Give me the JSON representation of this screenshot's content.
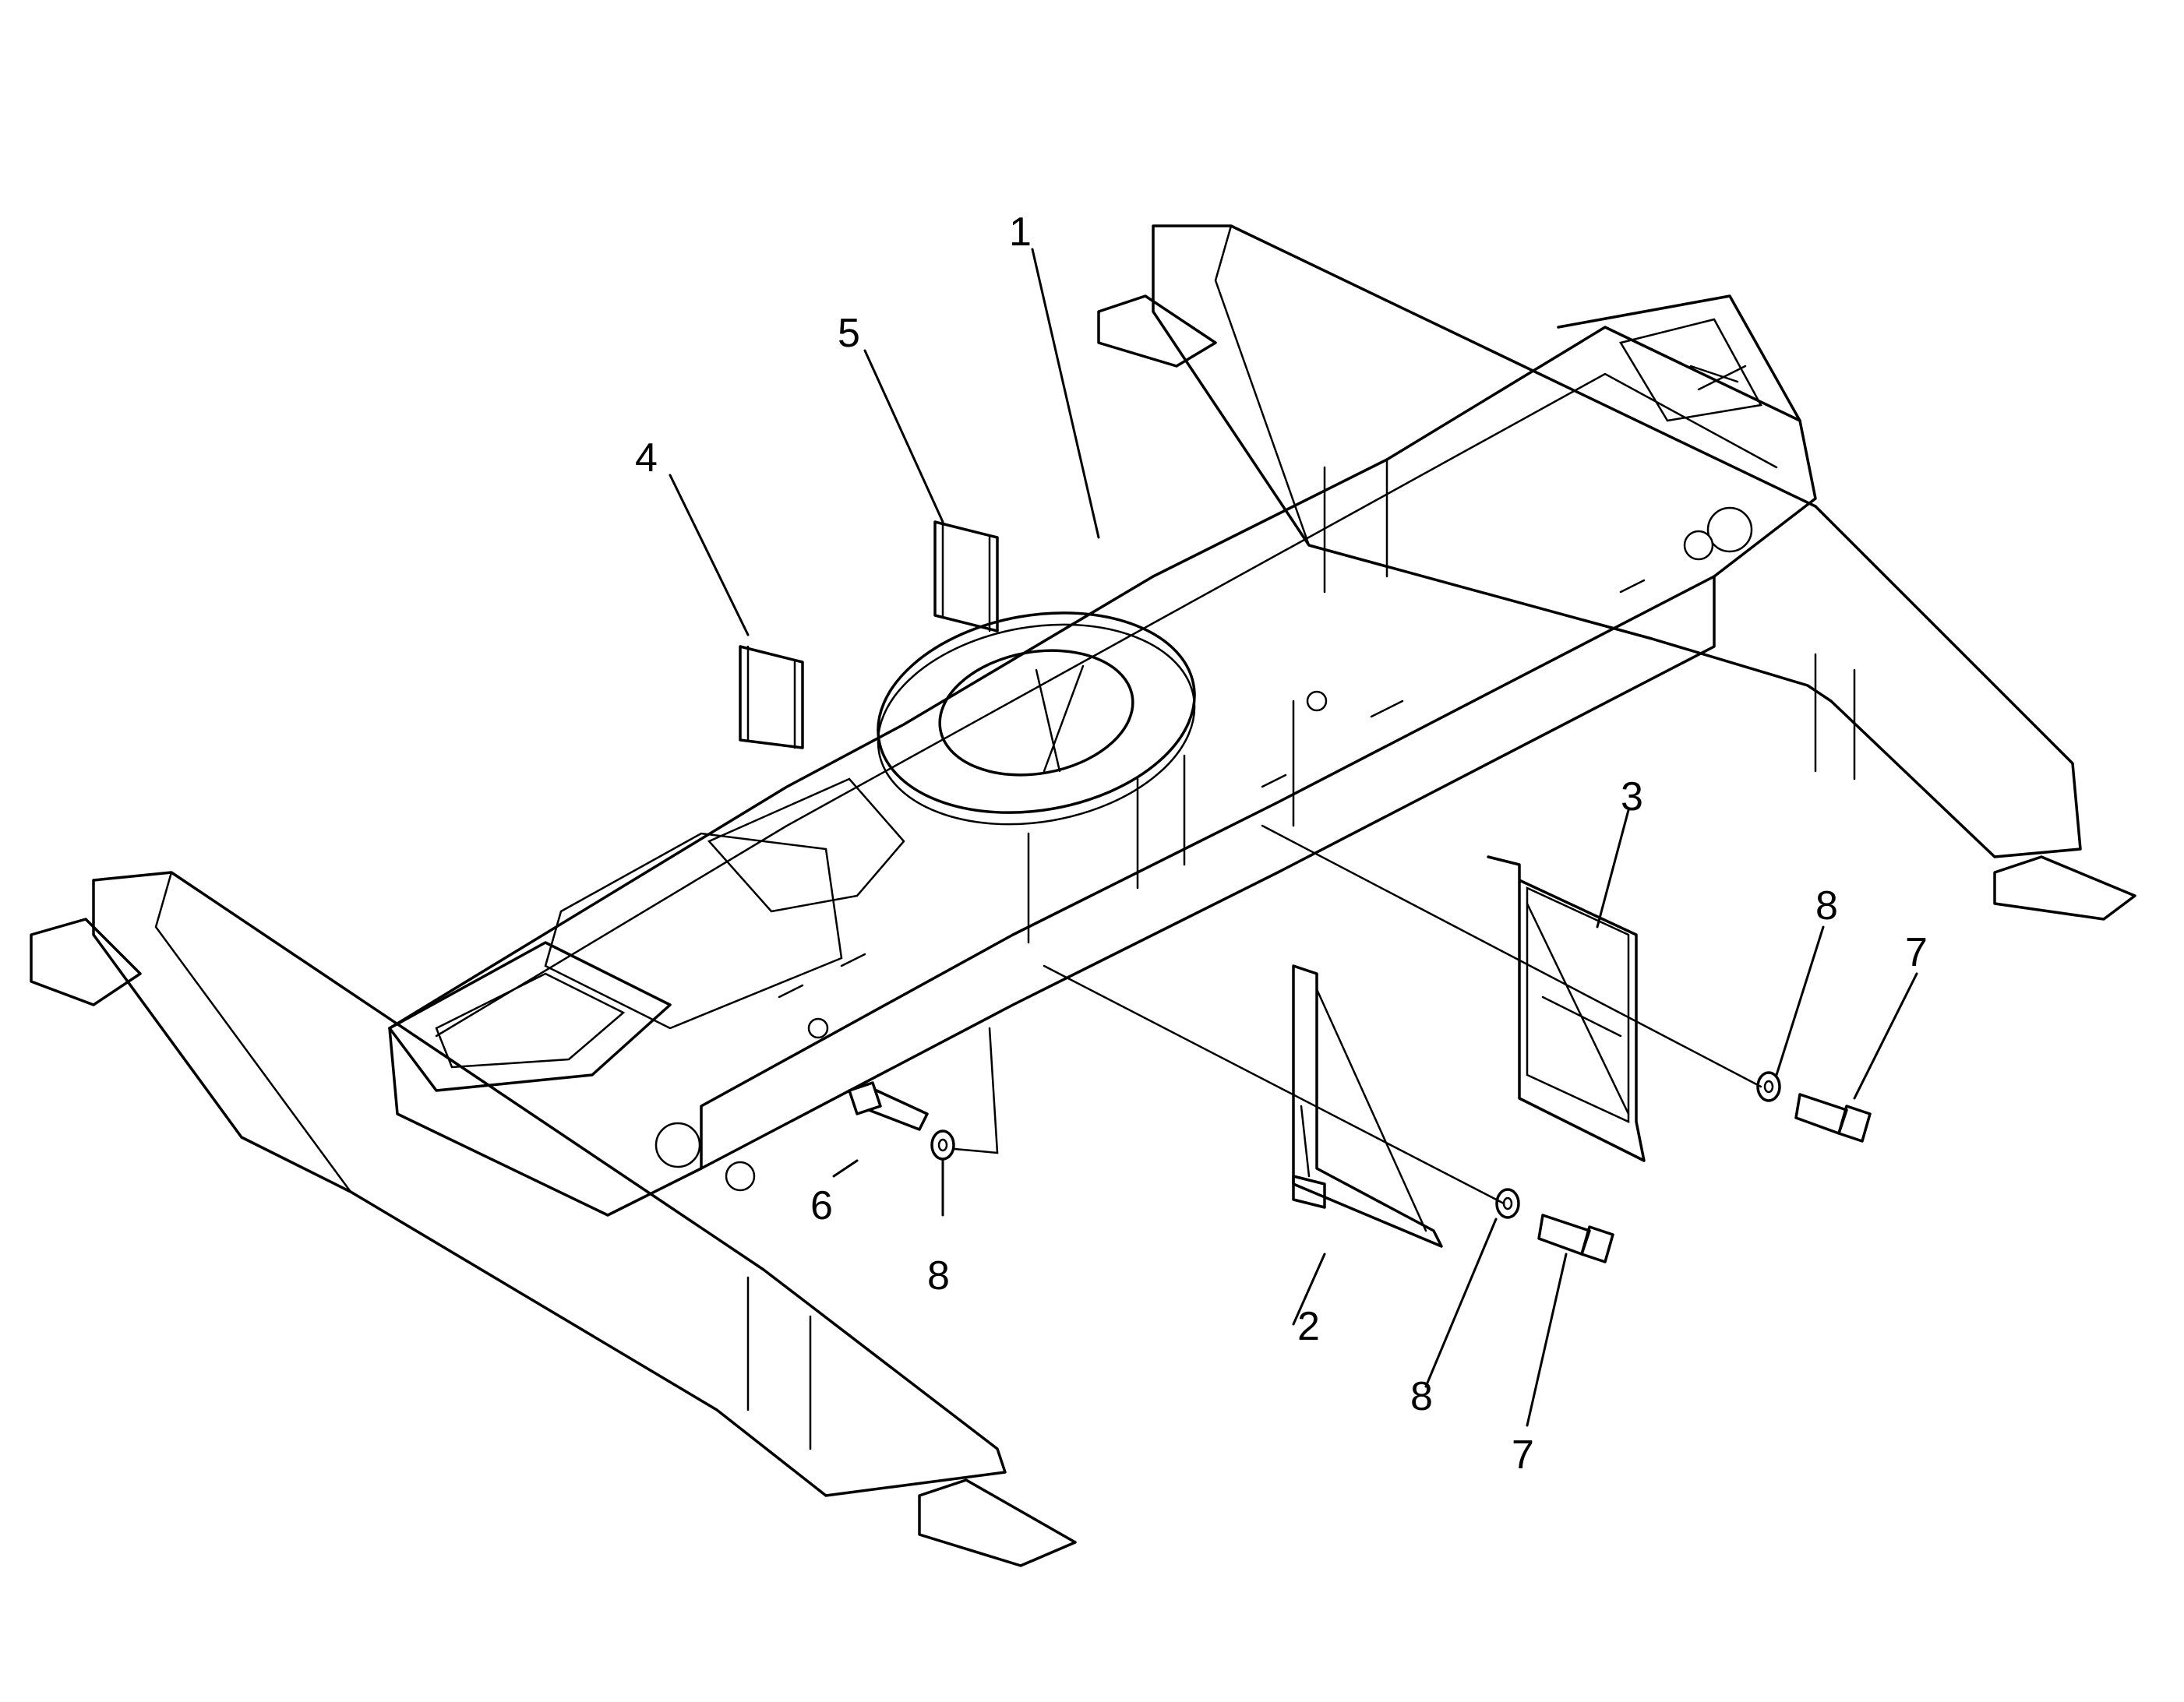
{
  "diagram": {
    "colors": {
      "background": "#ffffff",
      "line": "#000000"
    },
    "callouts": [
      {
        "id": "1",
        "label": "1",
        "part": "frame"
      },
      {
        "id": "2",
        "label": "2",
        "part": "bracket-front"
      },
      {
        "id": "3",
        "label": "3",
        "part": "bracket-rear"
      },
      {
        "id": "4",
        "label": "4",
        "part": "bracket-left"
      },
      {
        "id": "5",
        "label": "5",
        "part": "bracket-center"
      },
      {
        "id": "6",
        "label": "6",
        "part": "bolt-upper"
      },
      {
        "id": "8a",
        "label": "8",
        "part": "washer-upper"
      },
      {
        "id": "8b",
        "label": "8",
        "part": "washer-lower"
      },
      {
        "id": "7a",
        "label": "7",
        "part": "bolt-lower"
      },
      {
        "id": "8c",
        "label": "8",
        "part": "washer-right"
      },
      {
        "id": "7b",
        "label": "7",
        "part": "bolt-right"
      }
    ]
  }
}
